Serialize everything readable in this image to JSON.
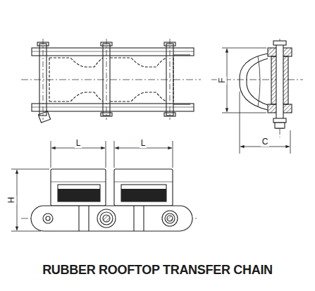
{
  "diagram": {
    "title": "RUBBER ROOFTOP TRANSFER CHAIN",
    "labels": [
      "L",
      "L",
      "F",
      "C",
      "H"
    ]
  }
}
